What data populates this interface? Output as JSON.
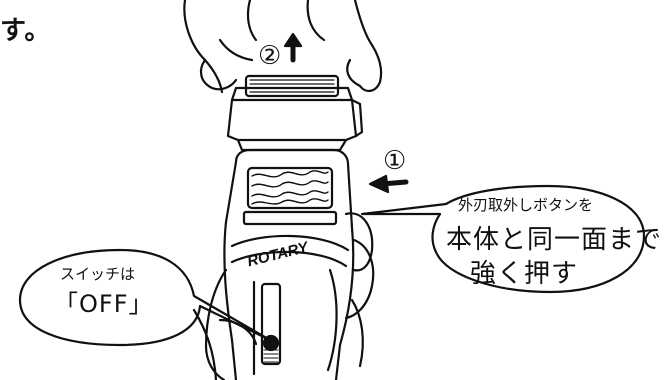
{
  "top_text": "す。",
  "step_markers": {
    "step2": "②",
    "step1": "①"
  },
  "callout_left": {
    "line1": "スイッチは",
    "line2": "「OFF」"
  },
  "callout_right": {
    "line1": "外刃取外しボタンを",
    "line2": "本体と同一面まで",
    "line3": "強く押す"
  },
  "brand_label": "ROTARY",
  "colors": {
    "ink": "#111111",
    "paper": "#ffffff"
  }
}
